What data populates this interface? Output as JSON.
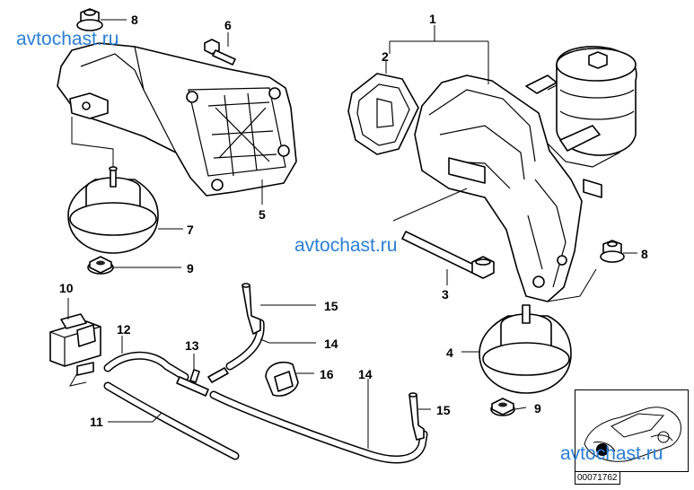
{
  "watermarks": [
    "avtochast.ru",
    "avtochast.ru",
    "avtochast.ru"
  ],
  "callouts": {
    "c1": "1",
    "c2": "2",
    "c3": "3",
    "c4": "4",
    "c5": "5",
    "c6": "6",
    "c7": "7",
    "c8a": "8",
    "c8b": "8",
    "c9a": "9",
    "c9b": "9",
    "c10": "10",
    "c11": "11",
    "c12": "12",
    "c13": "13",
    "c14a": "14",
    "c14b": "14",
    "c15a": "15",
    "c15b": "15",
    "c16": "16"
  },
  "part_number": "00071762",
  "thumbnail": {
    "icon": "car-thumbnail-icon"
  }
}
